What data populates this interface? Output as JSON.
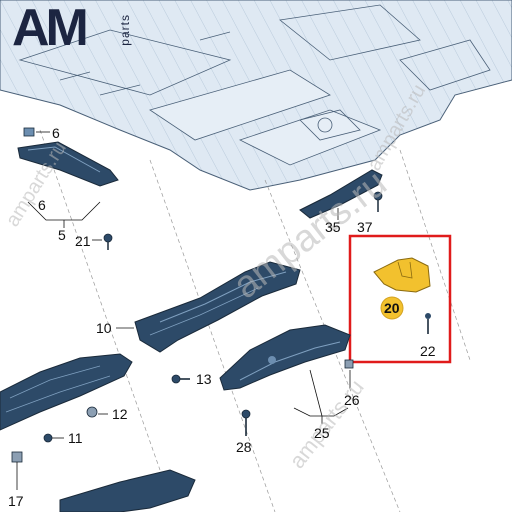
{
  "logo": {
    "main": "AM",
    "sub": "parts"
  },
  "watermarks": [
    "amparts.ru",
    "amparts.ru",
    "amparts.ru",
    "amparts.ru"
  ],
  "callouts": {
    "c6a": "6",
    "c6b": "6",
    "c5": "5",
    "c21": "21",
    "c35": "35",
    "c37": "37",
    "c20": "20",
    "c22": "22",
    "c10": "10",
    "c13": "13",
    "c12": "12",
    "c11": "11",
    "c26": "26",
    "c25": "25",
    "c28": "28",
    "c17": "17"
  },
  "highlight": {
    "color": "#e01b1b",
    "part_color": "#f2c12e"
  }
}
